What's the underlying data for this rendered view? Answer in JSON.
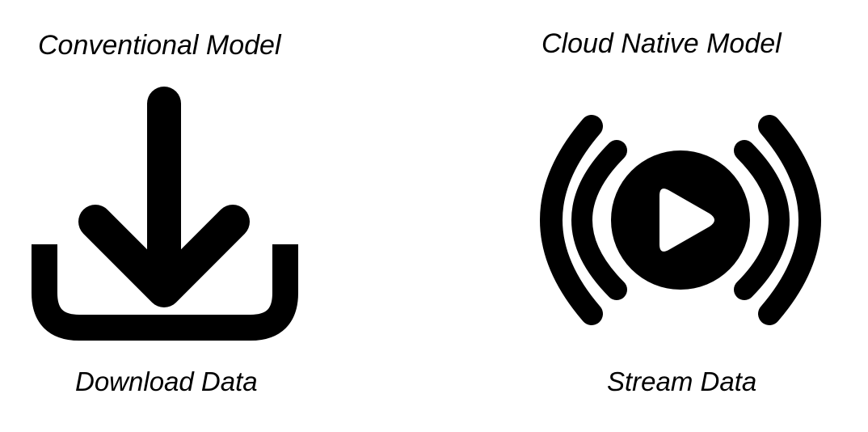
{
  "left": {
    "title": "Conventional Model",
    "caption": "Download Data",
    "icon": "download-icon"
  },
  "right": {
    "title": "Cloud Native Model",
    "caption": "Stream Data",
    "icon": "stream-broadcast-icon"
  },
  "colors": {
    "ink": "#000000",
    "background": "#ffffff"
  }
}
